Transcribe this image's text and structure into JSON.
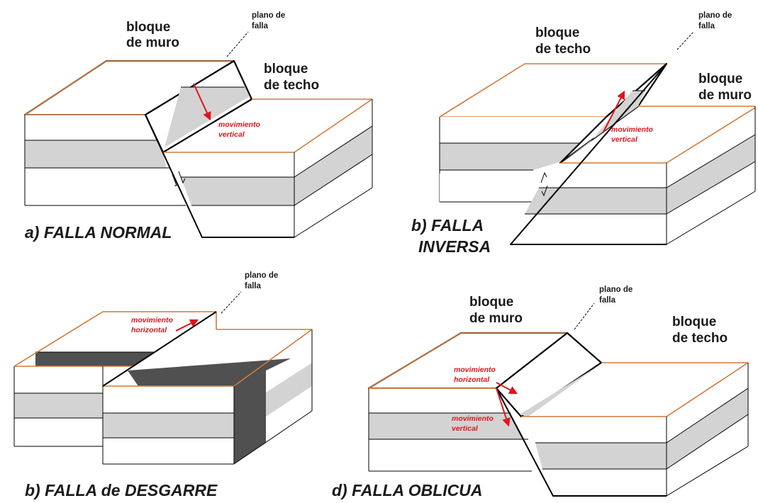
{
  "colors": {
    "layer_grey": "#d3d3d3",
    "strike_slip_band": "#505050",
    "top_edge": "#d07a3a",
    "movement_arrow": "#e0141b"
  },
  "panels": {
    "a": {
      "title": "a) FALLA  NORMAL",
      "hanging_wall_label_1": "bloque",
      "hanging_wall_label_2": "de muro",
      "footwall_label_1": "bloque",
      "footwall_label_2": "de techo",
      "plane_label_1": "plano de",
      "plane_label_2": "falla",
      "movement_1": "movimiento",
      "movement_2": "vertical"
    },
    "b": {
      "title_1": "b) FALLA",
      "title_2": "INVERSA",
      "left_label_1": "bloque",
      "left_label_2": "de techo",
      "right_label_1": "bloque",
      "right_label_2": "de muro",
      "plane_label_1": "plano de",
      "plane_label_2": "falla",
      "movement_1": "movimiento",
      "movement_2": "vertical"
    },
    "c": {
      "title": "b) FALLA de DESGARRE",
      "plane_label_1": "plano de",
      "plane_label_2": "falla",
      "movement_1": "movimiento",
      "movement_2": "horizontal"
    },
    "d": {
      "title": "d) FALLA OBLICUA",
      "left_label_1": "bloque",
      "left_label_2": "de muro",
      "right_label_1": "bloque",
      "right_label_2": "de techo",
      "plane_label_1": "plano de",
      "plane_label_2": "falla",
      "movement_h_1": "movimiento",
      "movement_h_2": "horizontal",
      "movement_v_1": "movimiento",
      "movement_v_2": "vertical"
    }
  }
}
